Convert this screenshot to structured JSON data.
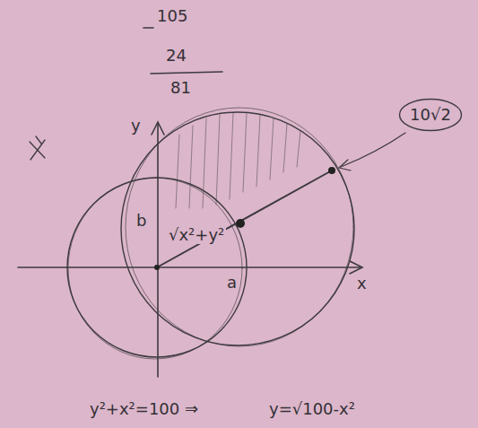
{
  "diagram": {
    "nodes": [
      {
        "text": [
          "10√2"
        ]
      }
    ],
    "labels": [
      "105",
      "24",
      "81",
      "y",
      "b",
      "√x²+y²",
      "a",
      "x",
      "y²+x²=100 ⇒",
      "y=√100-x²"
    ]
  }
}
